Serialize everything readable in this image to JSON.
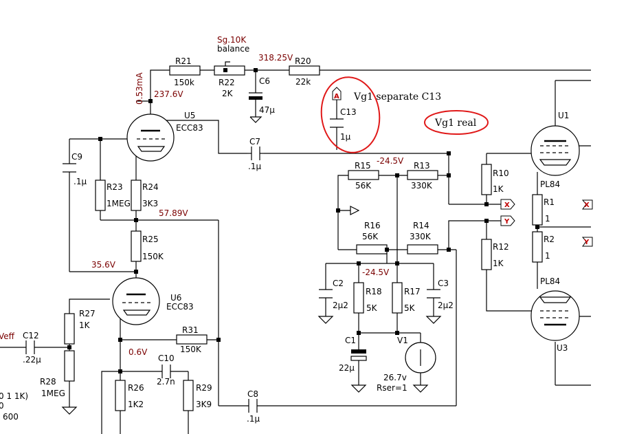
{
  "components": {
    "R21": {
      "ref": "R21",
      "value": "150k"
    },
    "R22": {
      "ref": "R22",
      "value": "2K"
    },
    "R22_note1": "Sg.10K",
    "R22_note2": "balance",
    "R20": {
      "ref": "R20",
      "value": "22k"
    },
    "C6": {
      "ref": "C6",
      "value": "47µ"
    },
    "U5": {
      "ref": "U5",
      "value": "ECC83"
    },
    "U6": {
      "ref": "U6",
      "value": "ECC83"
    },
    "C9": {
      "ref": "C9",
      "value": ".1µ"
    },
    "C7": {
      "ref": "C7",
      "value": ".1µ"
    },
    "C13": {
      "ref": "C13",
      "value": "1µ"
    },
    "R23": {
      "ref": "R23",
      "value": "1MEG"
    },
    "R24": {
      "ref": "R24",
      "value": "3K3"
    },
    "R25": {
      "ref": "R25",
      "value": "150K"
    },
    "R27": {
      "ref": "R27",
      "value": "1K"
    },
    "R28": {
      "ref": "R28",
      "value": "1MEG"
    },
    "C12": {
      "ref": "C12",
      "value": ".22µ"
    },
    "R31": {
      "ref": "R31",
      "value": "150K"
    },
    "C10": {
      "ref": "C10",
      "value": "2.7n"
    },
    "R26": {
      "ref": "R26",
      "value": "1K2"
    },
    "R29": {
      "ref": "R29",
      "value": "3K9"
    },
    "C8": {
      "ref": "C8",
      "value": ".1µ"
    },
    "R15": {
      "ref": "R15",
      "value": "56K"
    },
    "R13": {
      "ref": "R13",
      "value": "330K"
    },
    "R16": {
      "ref": "R16",
      "value": "56K"
    },
    "R14": {
      "ref": "R14",
      "value": "330K"
    },
    "R10": {
      "ref": "R10",
      "value": "1K"
    },
    "R12": {
      "ref": "R12",
      "value": "1K"
    },
    "R18": {
      "ref": "R18",
      "value": "5K"
    },
    "R17": {
      "ref": "R17",
      "value": "5K"
    },
    "C2": {
      "ref": "C2",
      "value": "2µ2"
    },
    "C3": {
      "ref": "C3",
      "value": "2µ2"
    },
    "C1": {
      "ref": "C1",
      "value": "22µ"
    },
    "V1": {
      "ref": "V1",
      "value": "26.7v",
      "extra": "Rser=1"
    },
    "U1": {
      "ref": "U1",
      "value": "PL84"
    },
    "U3": {
      "ref": "U3",
      "value": "PL84"
    },
    "R1": {
      "ref": "R1",
      "value": "1"
    },
    "R2": {
      "ref": "R2",
      "value": "1"
    }
  },
  "voltages": {
    "v318": "318.25V",
    "v237": "237.6V",
    "i053": "0.53mA",
    "v57": "57.89V",
    "v35": "35.6V",
    "v06": "0.6V",
    "vneg1": "-24.5V",
    "vneg2": "-24.5V",
    "veff": "Veff"
  },
  "annotations": {
    "sep": "Vg1 separate C13",
    "real": "Vg1 real"
  },
  "flags": {
    "A": "A",
    "X": "X",
    "Y": "Y"
  },
  "cutoff": {
    "line1": "0 1 1K)",
    "line2": "0",
    "line3": "600"
  }
}
